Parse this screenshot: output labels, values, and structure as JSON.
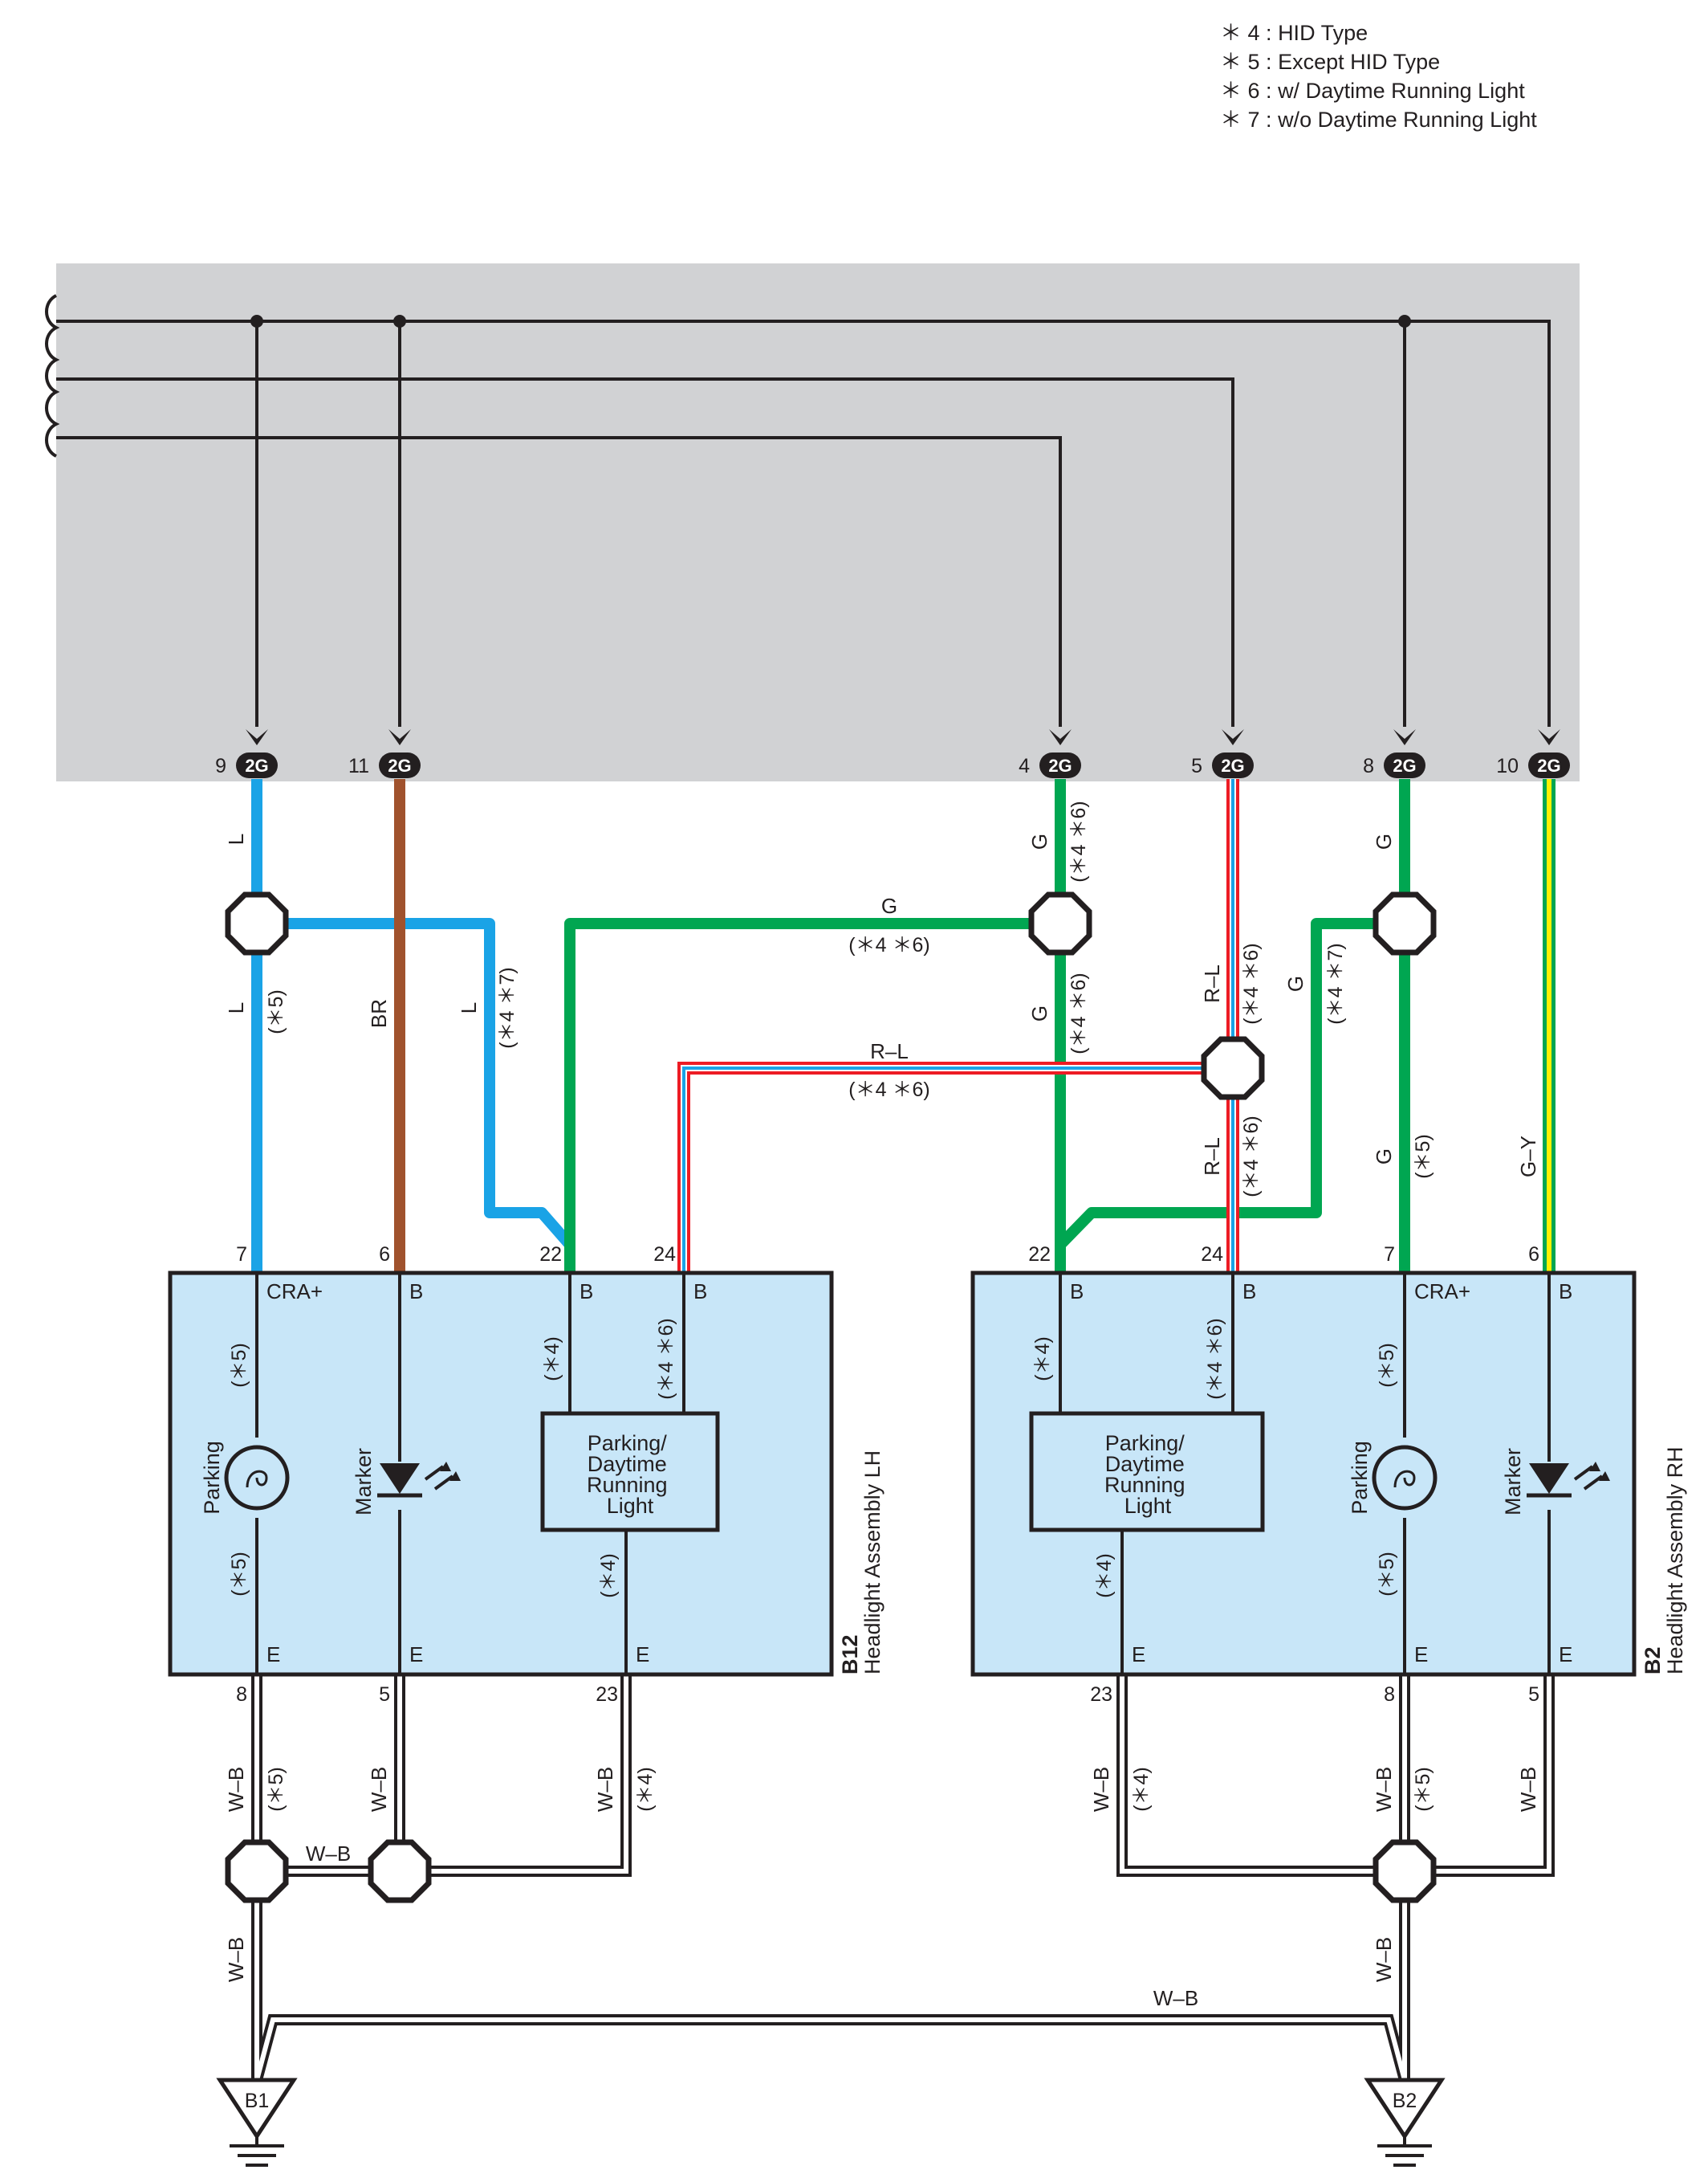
{
  "legend": [
    {
      "mark": "＊",
      "num": "4",
      "text": "HID Type"
    },
    {
      "mark": "＊",
      "num": "5",
      "text": "Except HID Type"
    },
    {
      "mark": "＊",
      "num": "6",
      "text": "w/ Daytime Running Light"
    },
    {
      "mark": "＊",
      "num": "7",
      "text": "w/o Daytime Running Light"
    }
  ],
  "connector": {
    "code": "2G",
    "pins": [
      "9",
      "11",
      "4",
      "5",
      "8",
      "10"
    ]
  },
  "wire_colors": {
    "L": "#1aa3e6",
    "BR": "#a0522d",
    "G": "#00a651",
    "R": "#ed1c24",
    "Y": "#fff200",
    "W-B": "#231f20"
  },
  "wire_labels": {
    "L": "L",
    "BR": "BR",
    "G": "G",
    "RL": "R–L",
    "GY": "G–Y",
    "WB": "W–B"
  },
  "notes": {
    "n5": "(＊5)",
    "n4": "(＊4)",
    "n46": "(＊4 ＊6)",
    "n47": "(＊4 ＊7)"
  },
  "assemblies": {
    "lh": {
      "code": "B12",
      "name": "Headlight Assembly LH",
      "in_pins": [
        "7",
        "6",
        "22",
        "24"
      ],
      "out_pins": [
        "8",
        "5",
        "23"
      ],
      "terms_top": [
        "CRA+",
        "B",
        "B",
        "B"
      ],
      "terms_bottom": [
        "E",
        "E",
        "E"
      ]
    },
    "rh": {
      "code": "B2",
      "name": "Headlight Assembly RH",
      "in_pins": [
        "22",
        "24",
        "7",
        "6"
      ],
      "out_pins": [
        "23",
        "8",
        "5"
      ],
      "terms_top": [
        "B",
        "B",
        "CRA+",
        "B"
      ],
      "terms_bottom": [
        "E",
        "E",
        "E"
      ]
    }
  },
  "components": {
    "parking": "Parking",
    "marker": "Marker",
    "drl_lines": [
      "Parking/",
      "Daytime",
      "Running",
      "Light"
    ]
  },
  "grounds": [
    "B1",
    "B2"
  ]
}
